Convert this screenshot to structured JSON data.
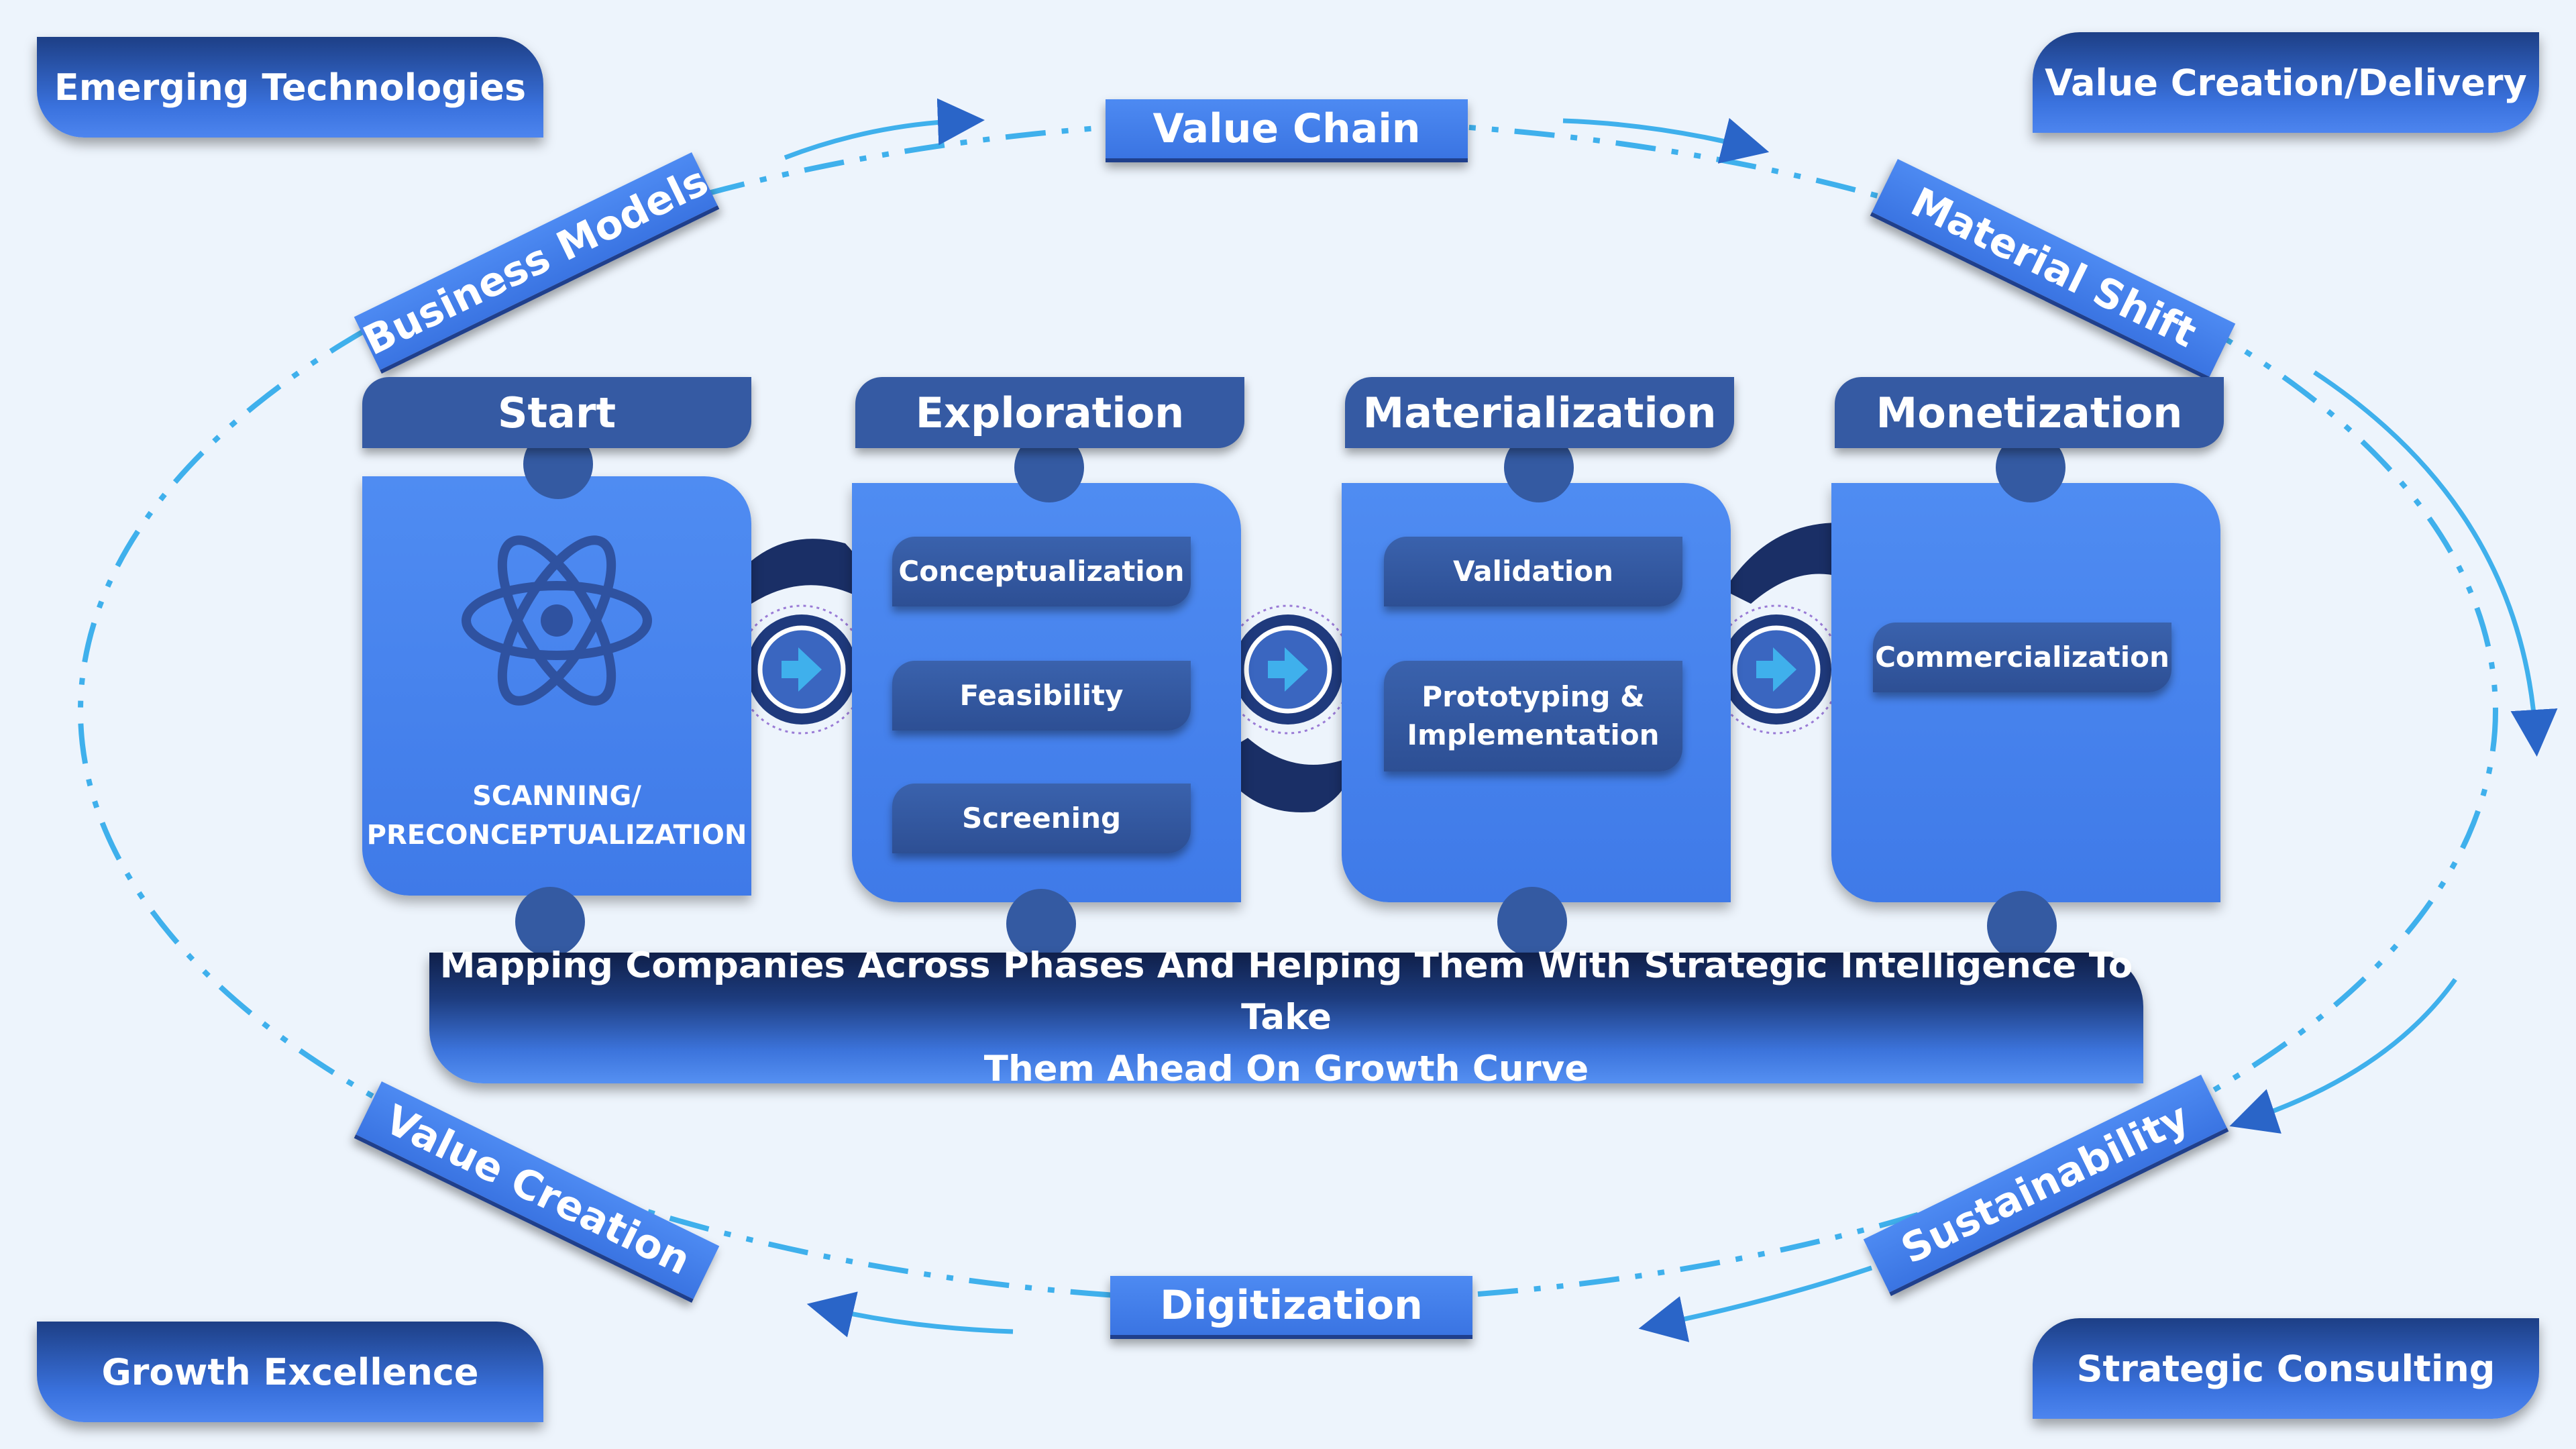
{
  "corners": {
    "top_left": "Emerging Technologies",
    "top_right": "Value Creation/Delivery",
    "bottom_left": "Growth Excellence",
    "bottom_right": "Strategic Consulting"
  },
  "ring_labels": {
    "top": "Value Chain",
    "top_left": "Business Models",
    "top_right": "Material Shift",
    "bottom": "Digitization",
    "bottom_left": "Value Creation",
    "bottom_right": "Sustainability"
  },
  "phases": [
    {
      "title": "Start",
      "icon": "atom-icon",
      "text_line1": "SCANNING/",
      "text_line2": "PRECONCEPTUALIZATION",
      "items": []
    },
    {
      "title": "Exploration",
      "items": [
        "Conceptualization",
        "Feasibility",
        "Screening"
      ]
    },
    {
      "title": "Materialization",
      "items": [
        "Validation",
        "Prototyping &",
        "Implementation"
      ]
    },
    {
      "title": "Monetization",
      "items": [
        "Commercialization"
      ]
    }
  ],
  "banner": {
    "line1": "Mapping Companies Across Phases And Helping Them With Strategic Intelligence To Take",
    "line2": "Them Ahead On Growth Curve"
  },
  "colors": {
    "background": "#edf4fc",
    "card_blue": "#4684ee",
    "dark_navy": "#345aa2",
    "ring_line": "#3fb0ec"
  }
}
